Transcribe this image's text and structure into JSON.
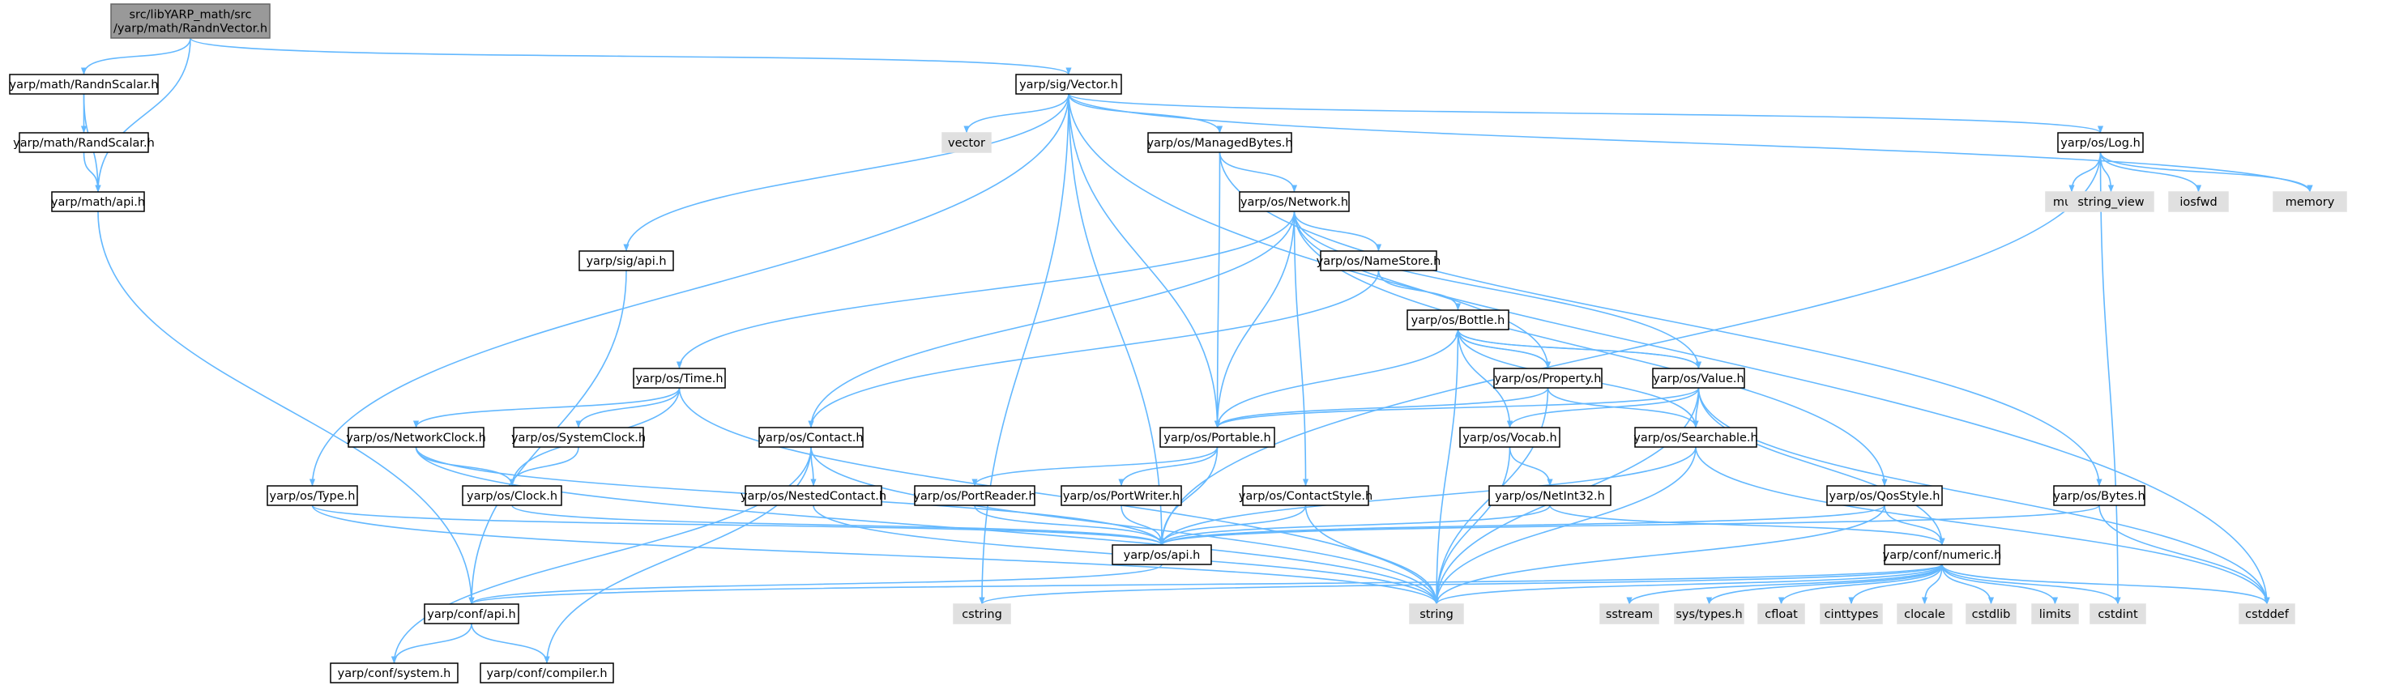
{
  "colors": {
    "edge": "#63B8FF",
    "node_fill": "#FFFFFF",
    "node_border": "#000000",
    "root_fill": "#999999",
    "root_border": "#666666",
    "system_fill": "#E0E0E0",
    "system_border": "#E0E0E0"
  },
  "nodes": [
    {
      "id": "root",
      "kind": "root",
      "lines": [
        "src/libYARP_math/src",
        "/yarp/math/RandnVector.h"
      ]
    },
    {
      "id": "randnscalar",
      "kind": "file",
      "lines": [
        "yarp/math/RandnScalar.h"
      ]
    },
    {
      "id": "randscalar",
      "kind": "file",
      "lines": [
        "yarp/math/RandScalar.h"
      ]
    },
    {
      "id": "mathapi",
      "kind": "file",
      "lines": [
        "yarp/math/api.h"
      ]
    },
    {
      "id": "vector_h",
      "kind": "file",
      "lines": [
        "yarp/sig/Vector.h"
      ]
    },
    {
      "id": "vector",
      "kind": "system",
      "lines": [
        "vector"
      ]
    },
    {
      "id": "managedbytes",
      "kind": "file",
      "lines": [
        "yarp/os/ManagedBytes.h"
      ]
    },
    {
      "id": "log",
      "kind": "file",
      "lines": [
        "yarp/os/Log.h"
      ]
    },
    {
      "id": "mutex",
      "kind": "system",
      "lines": [
        "mutex"
      ]
    },
    {
      "id": "string_view",
      "kind": "system",
      "lines": [
        "string_view"
      ]
    },
    {
      "id": "iosfwd",
      "kind": "system",
      "lines": [
        "iosfwd"
      ]
    },
    {
      "id": "memory",
      "kind": "system",
      "lines": [
        "memory"
      ]
    },
    {
      "id": "network",
      "kind": "file",
      "lines": [
        "yarp/os/Network.h"
      ]
    },
    {
      "id": "sigapi",
      "kind": "file",
      "lines": [
        "yarp/sig/api.h"
      ]
    },
    {
      "id": "namestore",
      "kind": "file",
      "lines": [
        "yarp/os/NameStore.h"
      ]
    },
    {
      "id": "bottle",
      "kind": "file",
      "lines": [
        "yarp/os/Bottle.h"
      ]
    },
    {
      "id": "time",
      "kind": "file",
      "lines": [
        "yarp/os/Time.h"
      ]
    },
    {
      "id": "property",
      "kind": "file",
      "lines": [
        "yarp/os/Property.h"
      ]
    },
    {
      "id": "value",
      "kind": "file",
      "lines": [
        "yarp/os/Value.h"
      ]
    },
    {
      "id": "networkclock",
      "kind": "file",
      "lines": [
        "yarp/os/NetworkClock.h"
      ]
    },
    {
      "id": "systemclock",
      "kind": "file",
      "lines": [
        "yarp/os/SystemClock.h"
      ]
    },
    {
      "id": "contact",
      "kind": "file",
      "lines": [
        "yarp/os/Contact.h"
      ]
    },
    {
      "id": "portable",
      "kind": "file",
      "lines": [
        "yarp/os/Portable.h"
      ]
    },
    {
      "id": "vocab",
      "kind": "file",
      "lines": [
        "yarp/os/Vocab.h"
      ]
    },
    {
      "id": "searchable",
      "kind": "file",
      "lines": [
        "yarp/os/Searchable.h"
      ]
    },
    {
      "id": "type",
      "kind": "file",
      "lines": [
        "yarp/os/Type.h"
      ]
    },
    {
      "id": "clock",
      "kind": "file",
      "lines": [
        "yarp/os/Clock.h"
      ]
    },
    {
      "id": "nestedcontact",
      "kind": "file",
      "lines": [
        "yarp/os/NestedContact.h"
      ]
    },
    {
      "id": "portreader",
      "kind": "file",
      "lines": [
        "yarp/os/PortReader.h"
      ]
    },
    {
      "id": "portwriter",
      "kind": "file",
      "lines": [
        "yarp/os/PortWriter.h"
      ]
    },
    {
      "id": "contactstyle",
      "kind": "file",
      "lines": [
        "yarp/os/ContactStyle.h"
      ]
    },
    {
      "id": "netint32",
      "kind": "file",
      "lines": [
        "yarp/os/NetInt32.h"
      ]
    },
    {
      "id": "qosstyle",
      "kind": "file",
      "lines": [
        "yarp/os/QosStyle.h"
      ]
    },
    {
      "id": "bytes",
      "kind": "file",
      "lines": [
        "yarp/os/Bytes.h"
      ]
    },
    {
      "id": "osapi",
      "kind": "file",
      "lines": [
        "yarp/os/api.h"
      ]
    },
    {
      "id": "numeric",
      "kind": "file",
      "lines": [
        "yarp/conf/numeric.h"
      ]
    },
    {
      "id": "confapi",
      "kind": "file",
      "lines": [
        "yarp/conf/api.h"
      ]
    },
    {
      "id": "cstring",
      "kind": "system",
      "lines": [
        "cstring"
      ]
    },
    {
      "id": "string",
      "kind": "system",
      "lines": [
        "string"
      ]
    },
    {
      "id": "sstream",
      "kind": "system",
      "lines": [
        "sstream"
      ]
    },
    {
      "id": "systypes",
      "kind": "system",
      "lines": [
        "sys/types.h"
      ]
    },
    {
      "id": "cfloat",
      "kind": "system",
      "lines": [
        "cfloat"
      ]
    },
    {
      "id": "cinttypes",
      "kind": "system",
      "lines": [
        "cinttypes"
      ]
    },
    {
      "id": "clocale",
      "kind": "system",
      "lines": [
        "clocale"
      ]
    },
    {
      "id": "cstdlib",
      "kind": "system",
      "lines": [
        "cstdlib"
      ]
    },
    {
      "id": "limits",
      "kind": "system",
      "lines": [
        "limits"
      ]
    },
    {
      "id": "cstdint",
      "kind": "system",
      "lines": [
        "cstdint"
      ]
    },
    {
      "id": "cstddef",
      "kind": "system",
      "lines": [
        "cstddef"
      ]
    },
    {
      "id": "confsystem",
      "kind": "file",
      "lines": [
        "yarp/conf/system.h"
      ]
    },
    {
      "id": "confcompiler",
      "kind": "file",
      "lines": [
        "yarp/conf/compiler.h"
      ]
    }
  ],
  "edges": [
    [
      "root",
      "randnscalar"
    ],
    [
      "root",
      "mathapi"
    ],
    [
      "root",
      "vector_h"
    ],
    [
      "randnscalar",
      "randscalar"
    ],
    [
      "randnscalar",
      "mathapi"
    ],
    [
      "randscalar",
      "mathapi"
    ],
    [
      "mathapi",
      "confapi"
    ],
    [
      "vector_h",
      "vector"
    ],
    [
      "vector_h",
      "managedbytes"
    ],
    [
      "vector_h",
      "log"
    ],
    [
      "vector_h",
      "memory"
    ],
    [
      "vector_h",
      "sigapi"
    ],
    [
      "vector_h",
      "type"
    ],
    [
      "vector_h",
      "portable"
    ],
    [
      "vector_h",
      "osapi"
    ],
    [
      "vector_h",
      "cstring"
    ],
    [
      "vector_h",
      "cstddef"
    ],
    [
      "log",
      "mutex"
    ],
    [
      "log",
      "string_view"
    ],
    [
      "log",
      "iosfwd"
    ],
    [
      "log",
      "memory"
    ],
    [
      "log",
      "cstdint"
    ],
    [
      "log",
      "osapi"
    ],
    [
      "managedbytes",
      "network"
    ],
    [
      "managedbytes",
      "portable"
    ],
    [
      "managedbytes",
      "bytes"
    ],
    [
      "network",
      "namestore"
    ],
    [
      "network",
      "time"
    ],
    [
      "network",
      "contact"
    ],
    [
      "network",
      "portable"
    ],
    [
      "network",
      "property"
    ],
    [
      "network",
      "value"
    ],
    [
      "network",
      "contactstyle"
    ],
    [
      "network",
      "qosstyle"
    ],
    [
      "sigapi",
      "confapi"
    ],
    [
      "namestore",
      "bottle"
    ],
    [
      "namestore",
      "contact"
    ],
    [
      "bottle",
      "property"
    ],
    [
      "bottle",
      "value"
    ],
    [
      "bottle",
      "portable"
    ],
    [
      "bottle",
      "searchable"
    ],
    [
      "bottle",
      "vocab"
    ],
    [
      "bottle",
      "string"
    ],
    [
      "property",
      "bottle"
    ],
    [
      "property",
      "searchable"
    ],
    [
      "property",
      "portable"
    ],
    [
      "property",
      "string"
    ],
    [
      "value",
      "bottle"
    ],
    [
      "value",
      "portable"
    ],
    [
      "value",
      "searchable"
    ],
    [
      "value",
      "vocab"
    ],
    [
      "value",
      "numeric"
    ],
    [
      "value",
      "string"
    ],
    [
      "value",
      "cstddef"
    ],
    [
      "time",
      "networkclock"
    ],
    [
      "time",
      "systemclock"
    ],
    [
      "time",
      "clock"
    ],
    [
      "time",
      "string"
    ],
    [
      "networkclock",
      "clock"
    ],
    [
      "networkclock",
      "osapi"
    ],
    [
      "networkclock",
      "string"
    ],
    [
      "systemclock",
      "clock"
    ],
    [
      "clock",
      "osapi"
    ],
    [
      "contact",
      "nestedcontact"
    ],
    [
      "contact",
      "confsystem"
    ],
    [
      "contact",
      "confcompiler"
    ],
    [
      "contact",
      "string"
    ],
    [
      "portable",
      "portreader"
    ],
    [
      "portable",
      "portwriter"
    ],
    [
      "portable",
      "osapi"
    ],
    [
      "portreader",
      "osapi"
    ],
    [
      "portwriter",
      "osapi"
    ],
    [
      "nestedcontact",
      "string"
    ],
    [
      "vocab",
      "netint32"
    ],
    [
      "vocab",
      "string"
    ],
    [
      "searchable",
      "osapi"
    ],
    [
      "searchable",
      "string"
    ],
    [
      "searchable",
      "cstddef"
    ],
    [
      "type",
      "osapi"
    ],
    [
      "type",
      "string"
    ],
    [
      "contactstyle",
      "osapi"
    ],
    [
      "contactstyle",
      "string"
    ],
    [
      "netint32",
      "numeric"
    ],
    [
      "netint32",
      "osapi"
    ],
    [
      "qosstyle",
      "numeric"
    ],
    [
      "qosstyle",
      "osapi"
    ],
    [
      "qosstyle",
      "string"
    ],
    [
      "bytes",
      "osapi"
    ],
    [
      "bytes",
      "cstddef"
    ],
    [
      "osapi",
      "confapi"
    ],
    [
      "numeric",
      "confapi"
    ],
    [
      "numeric",
      "string"
    ],
    [
      "numeric",
      "cstring"
    ],
    [
      "numeric",
      "sstream"
    ],
    [
      "numeric",
      "systypes"
    ],
    [
      "numeric",
      "cfloat"
    ],
    [
      "numeric",
      "cinttypes"
    ],
    [
      "numeric",
      "clocale"
    ],
    [
      "numeric",
      "cstdlib"
    ],
    [
      "numeric",
      "limits"
    ],
    [
      "numeric",
      "cstdint"
    ],
    [
      "numeric",
      "cstddef"
    ],
    [
      "confapi",
      "confsystem"
    ],
    [
      "confapi",
      "confcompiler"
    ]
  ]
}
